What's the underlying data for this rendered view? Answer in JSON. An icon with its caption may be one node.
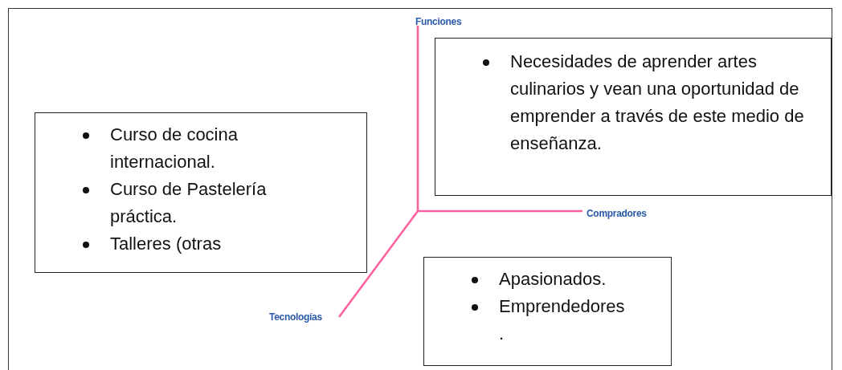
{
  "diagram": {
    "nodes": [
      {
        "text": [
          "Necesidades de aprender artes culinarios y vean una oportunidad de emprender a través de este medio de enseñanza."
        ]
      },
      {
        "text": [
          "Curso de cocina internacional.",
          "Curso de Pastelería práctica.",
          "Talleres (otras"
        ]
      },
      {
        "text": [
          "Apasionados.",
          "Emprendedores ."
        ]
      }
    ],
    "labels": [
      "Funciones",
      "Compradores",
      "Tecnologías"
    ]
  }
}
